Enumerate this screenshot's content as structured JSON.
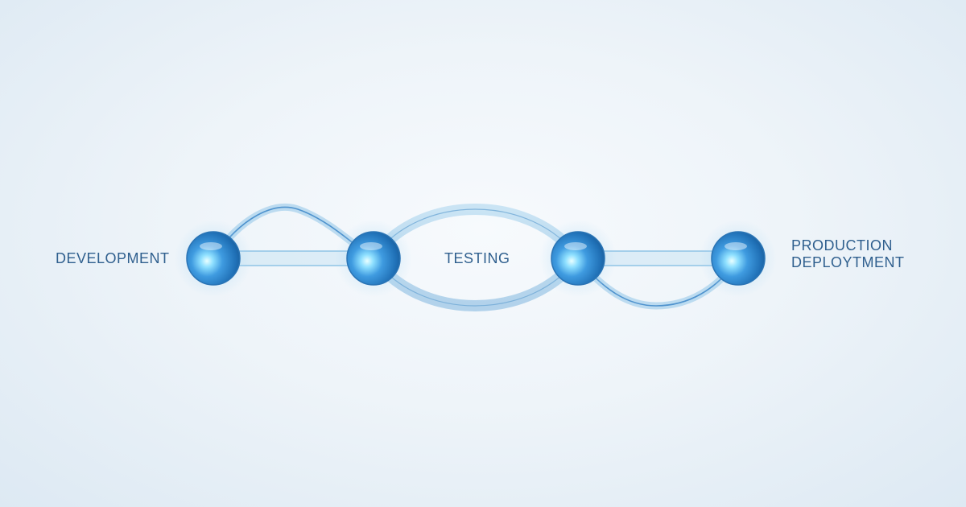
{
  "stages": {
    "development": "DEVELOPMENT",
    "testing": "TESTING",
    "production_line1": "PRODUCTION",
    "production_line2": "DEPLOYTMENT"
  },
  "colors": {
    "label": "#2f5f8e",
    "node": "#3f9be0",
    "node_highlight": "#eaffff",
    "ribbon": "#8fc3e6",
    "background": "#eef4f9"
  }
}
